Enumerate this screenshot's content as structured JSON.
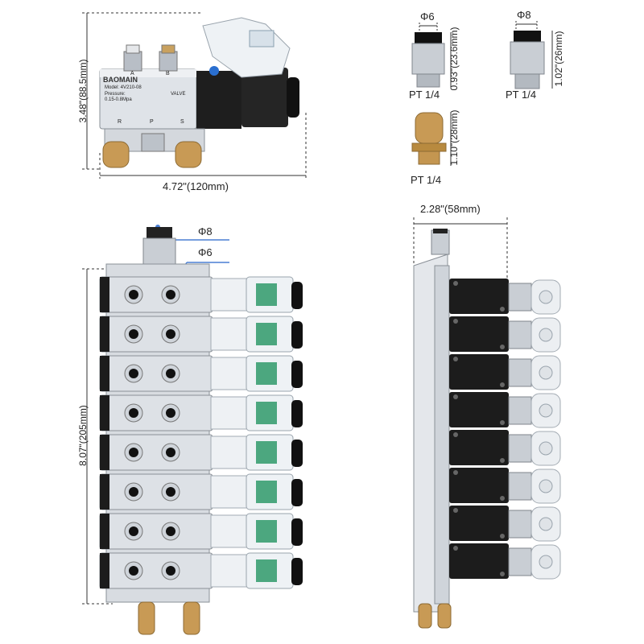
{
  "top_valve": {
    "brand": "BAOMAIN",
    "model": "Model: 4V210-08",
    "pressure": "Pressure:",
    "pressure_range": "0.15-0.8Mpa",
    "valve_word": "VALVE",
    "port_a": "A",
    "port_b": "B",
    "port_r": "R",
    "port_p": "P",
    "port_s": "S",
    "height_label": "3.48\"(88.5mm)",
    "width_label": "4.72\"(120mm)"
  },
  "fittings": {
    "fitting1_diameter": "Φ6",
    "fitting1_height": "0.93\"(23.6mm)",
    "fitting1_thread": "PT 1/4",
    "fitting2_diameter": "Φ8",
    "fitting2_height": "1.02\"(26mm)",
    "fitting2_thread": "PT 1/4",
    "muffler_height": "1.10\"(28mm)",
    "muffler_thread": "PT 1/4"
  },
  "manifold_front": {
    "inlet_label": "Φ8",
    "outlet_label": "Φ6",
    "height_label": "8.07\"(205mm)",
    "valve_count": 8
  },
  "manifold_side": {
    "width_label": "2.28\"(58mm)",
    "valve_count": 8
  },
  "colors": {
    "aluminum": "#d9dde2",
    "black_body": "#1c1c1c",
    "brass": "#c89a55",
    "pcb_green": "#2f9a6a",
    "dimension_line": "#333333",
    "callout_blue": "#4a7fd4"
  }
}
